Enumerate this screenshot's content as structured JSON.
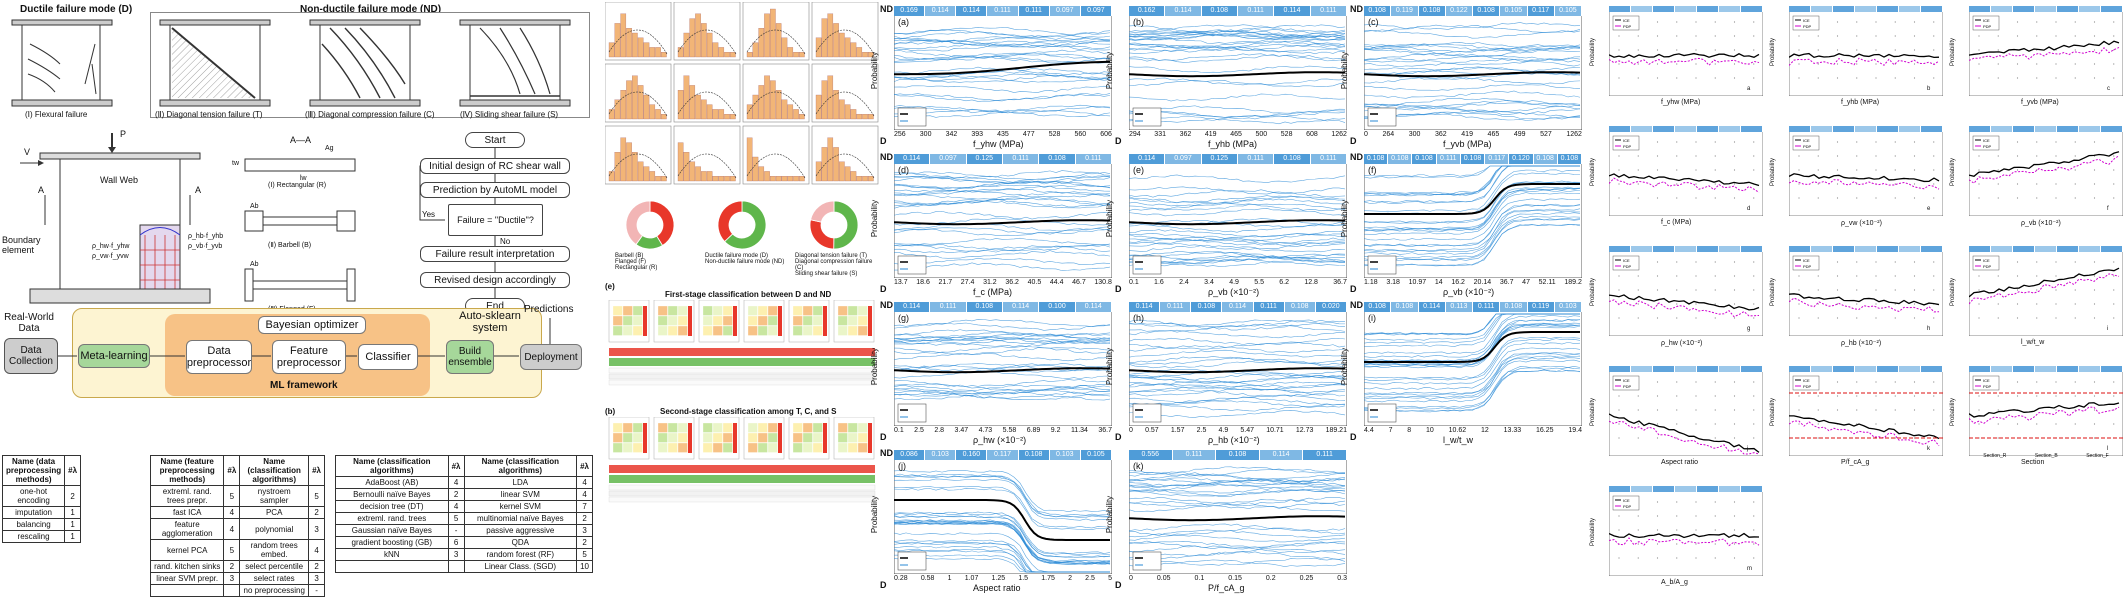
{
  "failure_modes": {
    "ductile_title": "Ductile failure mode (D)",
    "nonductile_title": "Non-ductile failure mode (ND)",
    "captions": [
      "(Ⅰ) Flexural failure",
      "(Ⅱ) Diagonal tension failure (T)",
      "(Ⅲ) Diagonal compression failure (C)",
      "(Ⅳ) Sliding shear failure (S)"
    ]
  },
  "wall_schematic": {
    "p_label": "P",
    "v_label": "V",
    "wall_web": "Wall Web",
    "boundary_element": "Boundary element",
    "a_left": "A",
    "a_right": "A",
    "aa_label": "A—A",
    "shapes": [
      "(Ⅰ) Rectangular (R)",
      "(Ⅱ) Barbell (B)",
      "(Ⅲ) Flanged (F)"
    ],
    "ag_label": "Ag",
    "ab_label": "Ab",
    "lw_label": "lw",
    "tw_label": "tw",
    "rho_labels": [
      "ρ_hw·f_yhw",
      "ρ_vw·f_yvw",
      "ρ_hb·f_yhb",
      "ρ_vb·f_yvb"
    ]
  },
  "design_flow": {
    "steps": [
      "Start",
      "Initial design of RC shear wall",
      "Prediction by AutoML model",
      "Failure = \"Ductile\"?",
      "Failure result interpretation",
      "Revised design accordingly",
      "End"
    ],
    "yes": "Yes",
    "no": "No"
  },
  "automl": {
    "real_world_data": "Real-World Data",
    "data_collection": "Data Collection",
    "meta_learning": "Meta-learning",
    "bayesian_optimizer": "Bayesian optimizer",
    "data_preprocessor": "Data preprocessor",
    "feature_preprocessor": "Feature preprocessor",
    "classifier": "Classifier",
    "ml_framework": "ML framework",
    "autosklearn": "Auto-sklearn system",
    "build_ensemble": "Build ensemble",
    "predictions": "Predictions",
    "deployment": "Deployment"
  },
  "tables": {
    "data_prep": {
      "headers": [
        "Name (data preprocessing methods)",
        "#λ"
      ],
      "rows": [
        [
          "one-hot encoding",
          "2"
        ],
        [
          "imputation",
          "1"
        ],
        [
          "balancing",
          "1"
        ],
        [
          "rescaling",
          "1"
        ]
      ]
    },
    "feature_prep": {
      "headers": [
        "Name (feature preprocessing methods)",
        "#λ",
        "Name (classification algorithms)",
        "#λ"
      ],
      "rows": [
        [
          "extreml. rand. trees prepr.",
          "5",
          "nystroem sampler",
          "5"
        ],
        [
          "fast ICA",
          "4",
          "PCA",
          "2"
        ],
        [
          "feature agglomeration",
          "4",
          "polynomial",
          "3"
        ],
        [
          "kernel PCA",
          "5",
          "random trees embed.",
          "4"
        ],
        [
          "rand. kitchen sinks",
          "2",
          "select percentile",
          "2"
        ],
        [
          "linear SVM prepr.",
          "3",
          "select rates",
          "3"
        ],
        [
          "",
          "",
          "no preprocessing",
          "-"
        ]
      ]
    },
    "classifiers": {
      "headers": [
        "Name (classification algorithms)",
        "#λ",
        "Name (classification algorithms)",
        "#λ"
      ],
      "rows": [
        [
          "AdaBoost (AB)",
          "4",
          "LDA",
          "4"
        ],
        [
          "Bernoulli naïve Bayes",
          "2",
          "linear SVM",
          "4"
        ],
        [
          "decision tree (DT)",
          "4",
          "kernel SVM",
          "7"
        ],
        [
          "extreml. rand. trees",
          "5",
          "multinomial naïve Bayes",
          "2"
        ],
        [
          "Gaussian naïve Bayes",
          "-",
          "passive aggressive",
          "3"
        ],
        [
          "gradient boosting (GB)",
          "6",
          "QDA",
          "2"
        ],
        [
          "kNN",
          "3",
          "random forest (RF)",
          "5"
        ],
        [
          "",
          "",
          "Linear Class. (SGD)",
          "10"
        ]
      ]
    }
  },
  "classification_panel": {
    "first_stage": "First-stage classification between D and ND",
    "second_stage": "Second-stage classification among T, C, and S",
    "e_label": "(e)",
    "b_label": "(b)",
    "donut_legends": [
      [
        "Barbell (B)",
        "Flanged (F)",
        "Rectangular (R)"
      ],
      [
        "Ductile failure mode (D)",
        "Non-ductile failure mode (ND)"
      ],
      [
        "Diagonal tension failure (T)",
        "Diagonal compression failure (C)",
        "Sliding shear failure (S)"
      ]
    ],
    "donut_values": [
      [
        41.3,
        18.6,
        40.1
      ],
      [
        62.9,
        37.1
      ],
      [
        50.2,
        28.3,
        21.5
      ]
    ]
  },
  "pdp_columns": [
    {
      "nd": "ND",
      "charts": [
        {
          "label": "(a)",
          "xlabel": "f_yhw (MPa)",
          "ylabel": "Probability",
          "d": "D",
          "ticks": [
            "256",
            "300",
            "342",
            "393",
            "435",
            "477",
            "528",
            "560",
            "606"
          ],
          "top": [
            "0.169",
            "0.114",
            "0.114",
            "0.111",
            "0.111",
            "0.097",
            "0.097"
          ]
        },
        {
          "label": "(d)",
          "xlabel": "f_c (MPa)",
          "ylabel": "Probability",
          "d": "D",
          "ticks": [
            "13.7",
            "18.6",
            "21.7",
            "27.4",
            "31.2",
            "36.2",
            "40.5",
            "44.4",
            "46.7",
            "130.8"
          ],
          "top": [
            "0.114",
            "0.097",
            "0.125",
            "0.111",
            "0.108",
            "0.111"
          ]
        },
        {
          "label": "(g)",
          "xlabel": "ρ_hw (×10⁻²)",
          "ylabel": "Probability",
          "d": "D",
          "ticks": [
            "0.1",
            "2.5",
            "2.8",
            "3.47",
            "4.73",
            "5.58",
            "6.89",
            "9.2",
            "11.34",
            "36.7"
          ],
          "top": [
            "0.114",
            "0.111",
            "0.108",
            "0.114",
            "0.100",
            "0.114"
          ]
        },
        {
          "label": "(j)",
          "xlabel": "Aspect ratio",
          "ylabel": "Probability",
          "d": "D",
          "ticks": [
            "0.28",
            "0.58",
            "1",
            "1.07",
            "1.25",
            "1.5",
            "1.75",
            "2",
            "2.5",
            "5"
          ],
          "top": [
            "0.086",
            "0.103",
            "0.160",
            "0.117",
            "0.108",
            "0.103",
            "0.105"
          ]
        }
      ]
    },
    {
      "nd": "",
      "charts": [
        {
          "label": "(b)",
          "xlabel": "f_yhb (MPa)",
          "ylabel": "Probability",
          "d": "D",
          "ticks": [
            "294",
            "331",
            "362",
            "419",
            "465",
            "500",
            "528",
            "608",
            "1262"
          ],
          "top": [
            "0.162",
            "0.114",
            "0.108",
            "0.111",
            "0.114",
            "0.111"
          ]
        },
        {
          "label": "(e)",
          "xlabel": "ρ_vb (×10⁻²)",
          "ylabel": "Probability",
          "d": "D",
          "ticks": [
            "0.1",
            "1.6",
            "2.4",
            "3.4",
            "4.9",
            "5.5",
            "6.2",
            "12.8",
            "36.7"
          ],
          "top": [
            "0.114",
            "0.097",
            "0.125",
            "0.111",
            "0.108",
            "0.111"
          ]
        },
        {
          "label": "(h)",
          "xlabel": "ρ_hb (×10⁻²)",
          "ylabel": "Probability",
          "d": "D",
          "ticks": [
            "0",
            "0.57",
            "1.57",
            "2.5",
            "4.9",
            "5.47",
            "10.71",
            "12.73",
            "189.21"
          ],
          "top": [
            "0.114",
            "0.111",
            "0.108",
            "0.114",
            "0.111",
            "0.108",
            "0.020"
          ]
        },
        {
          "label": "(k)",
          "xlabel": "P/f_cA_g",
          "ylabel": "Probability",
          "d": "D",
          "ticks": [
            "0",
            "0.05",
            "0.1",
            "0.15",
            "0.2",
            "0.25",
            "0.3"
          ],
          "top": [
            "0.556",
            "0.111",
            "0.108",
            "0.114",
            "0.111"
          ]
        }
      ]
    },
    {
      "nd": "ND",
      "charts": [
        {
          "label": "(c)",
          "xlabel": "f_yvb (MPa)",
          "ylabel": "Probability",
          "d": "D",
          "ticks": [
            "0",
            "264",
            "300",
            "362",
            "419",
            "465",
            "499",
            "527",
            "1262"
          ],
          "top": [
            "0.108",
            "0.119",
            "0.108",
            "0.122",
            "0.108",
            "0.105",
            "0.117",
            "0.105"
          ]
        },
        {
          "label": "(f)",
          "xlabel": "ρ_vb (×10⁻²)",
          "ylabel": "Probability",
          "d": "D",
          "ticks": [
            "1.18",
            "3.18",
            "10.97",
            "14",
            "16.2",
            "20.14",
            "36.7",
            "47",
            "52.11",
            "189.2"
          ],
          "top": [
            "0.108",
            "0.108",
            "0.108",
            "0.111",
            "0.108",
            "0.117",
            "0.120",
            "0.108",
            "0.108"
          ]
        },
        {
          "label": "(i)",
          "xlabel": "l_w/t_w",
          "ylabel": "Probability",
          "d": "D",
          "ticks": [
            "4.4",
            "7",
            "8",
            "10",
            "10.62",
            "12",
            "13.33",
            "16.25",
            "19.4"
          ],
          "top": [
            "0.108",
            "0.108",
            "0.114",
            "0.113",
            "0.111",
            "0.108",
            "0.119",
            "0.103"
          ]
        }
      ]
    }
  ],
  "small_panels": {
    "legend": [
      "ICE",
      "PDP"
    ],
    "ylabel": "Probability",
    "items": [
      {
        "id": "a",
        "xlabel": "f_yhw (MPa)"
      },
      {
        "id": "b",
        "xlabel": "f_yhb (MPa)"
      },
      {
        "id": "c",
        "xlabel": "f_yvb (MPa)"
      },
      {
        "id": "d",
        "xlabel": "f_c (MPa)"
      },
      {
        "id": "e",
        "xlabel": "ρ_vw (×10⁻²)"
      },
      {
        "id": "f",
        "xlabel": "ρ_vb (×10⁻²)"
      },
      {
        "id": "g",
        "xlabel": "ρ_hw (×10⁻²)"
      },
      {
        "id": "h",
        "xlabel": "ρ_hb (×10⁻²)"
      },
      {
        "id": "i",
        "xlabel": "l_w/t_w"
      },
      {
        "id": "j",
        "xlabel": "Aspect ratio"
      },
      {
        "id": "k",
        "xlabel": "P/f_cA_g"
      },
      {
        "id": "l",
        "xlabel": "Section"
      },
      {
        "id": "m",
        "xlabel": "A_b/A_g"
      }
    ],
    "section_ticks": [
      "Section_R",
      "Section_B",
      "Section_F"
    ]
  },
  "colors": {
    "ice_line": "#2a8ad6",
    "pdp_line": "#000000",
    "band": "#9cc8ea",
    "orange_bar": "#f2b577",
    "magenta": "#d000d0",
    "red_dashed": "#d11",
    "donut_red": "#e8372a",
    "donut_green": "#5fb64b",
    "donut_pink": "#f2b5b5",
    "automl_orange": "#f7c286",
    "automl_yellow": "#fdf4d2",
    "automl_green": "#a6d79a",
    "automl_gray": "#cdcdcd"
  }
}
